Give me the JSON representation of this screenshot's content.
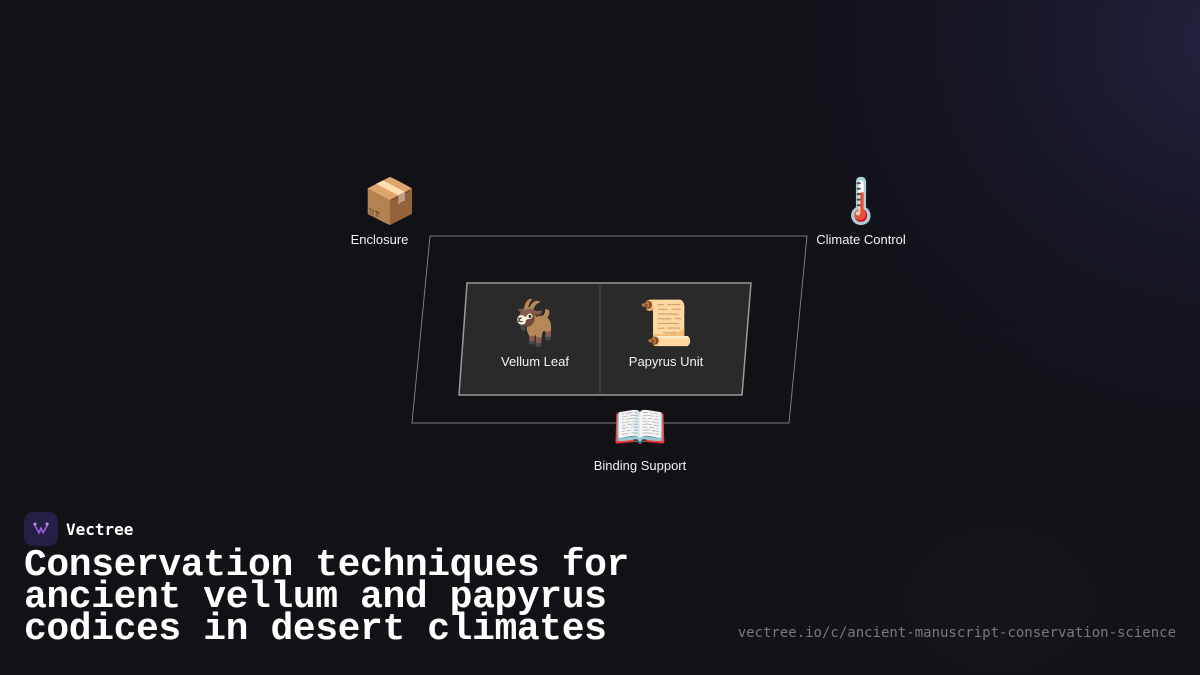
{
  "diagram": {
    "outer_container": "Enclosure",
    "nodes": [
      {
        "id": "enclosure",
        "label": "Enclosure",
        "icon": "package-icon",
        "glyph": "📦"
      },
      {
        "id": "climate",
        "label": "Climate Control",
        "icon": "thermometer-icon",
        "glyph": "🌡️"
      },
      {
        "id": "vellum",
        "label": "Vellum Leaf",
        "icon": "goat-icon",
        "glyph": "🐐"
      },
      {
        "id": "papyrus",
        "label": "Papyrus Unit",
        "icon": "scroll-icon",
        "glyph": "📜"
      },
      {
        "id": "binding",
        "label": "Binding Support",
        "icon": "open-book-icon",
        "glyph": "📖"
      }
    ]
  },
  "brand": {
    "name": "Vectree",
    "logo_icon": "vectree-logo-icon",
    "accent": "#a25de0"
  },
  "headline": "Conservation techniques for ancient vellum and papyrus codices in desert climates",
  "url": "vectree.io/c/ancient-manuscript-conservation-science",
  "colors": {
    "background": "#111116",
    "panel": "#2a2a2a",
    "outline": "#8a8a8a",
    "text": "#ffffff",
    "muted": "#77777d"
  }
}
